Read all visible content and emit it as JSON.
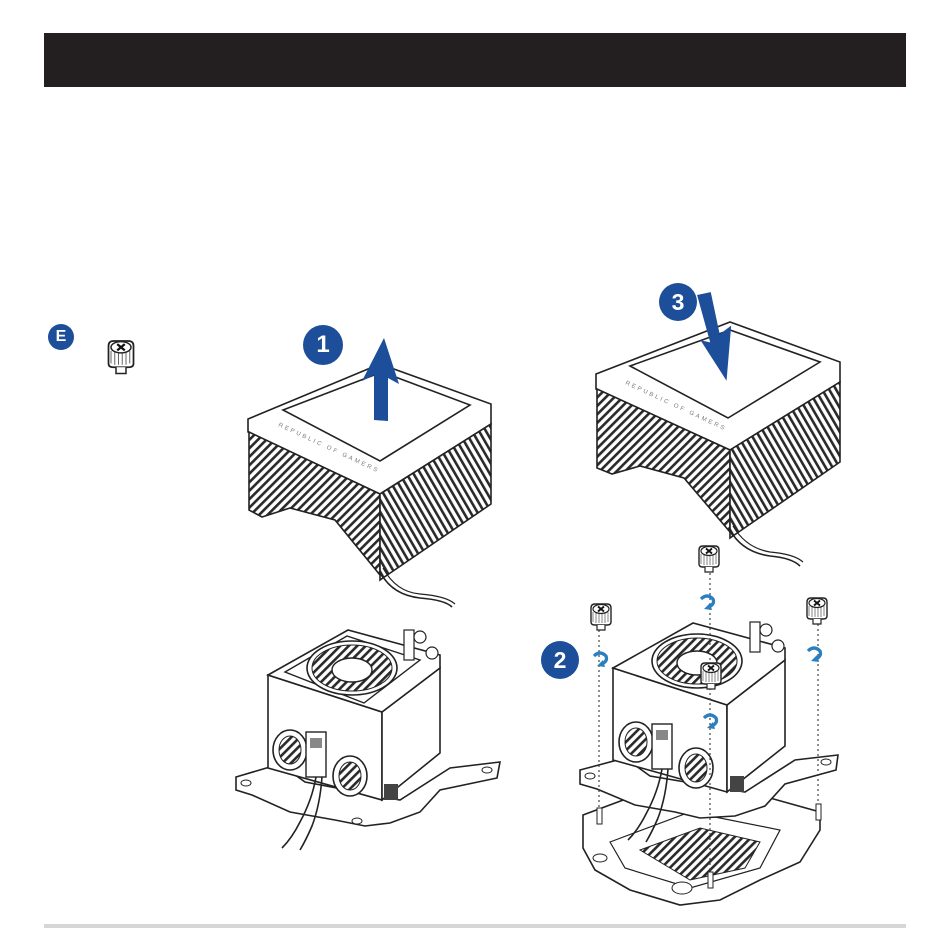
{
  "parts": {
    "screw_part_label": "E"
  },
  "steps": [
    {
      "number": "1",
      "action": "lift-cover-up"
    },
    {
      "number": "2",
      "action": "tighten-screws"
    },
    {
      "number": "3",
      "action": "press-cover-down"
    }
  ],
  "cover": {
    "branding": "REPUBLIC OF GAMERS"
  },
  "colors": {
    "header_bar": "#231f20",
    "step_badge": "#1c4e99",
    "arrow": "#1c4e99",
    "rotation_arrow": "#2a7fc0",
    "footer_rule": "#d6d6d6"
  }
}
